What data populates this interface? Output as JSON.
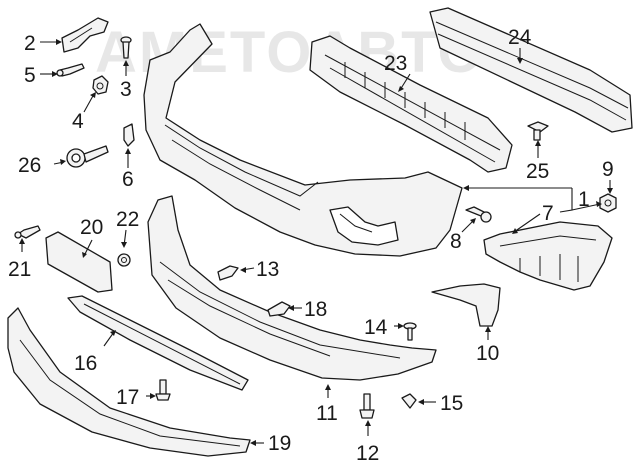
{
  "watermark": "AMETOABTO",
  "callouts": {
    "n1": "1",
    "n2": "2",
    "n3": "3",
    "n4": "4",
    "n5": "5",
    "n6": "6",
    "n7": "7",
    "n8": "8",
    "n9": "9",
    "n10": "10",
    "n11": "11",
    "n12": "12",
    "n13": "13",
    "n14": "14",
    "n15": "15",
    "n16": "16",
    "n17": "17",
    "n18": "18",
    "n19": "19",
    "n20": "20",
    "n21": "21",
    "n22": "22",
    "n23": "23",
    "n24": "24",
    "n25": "25",
    "n26": "26"
  }
}
